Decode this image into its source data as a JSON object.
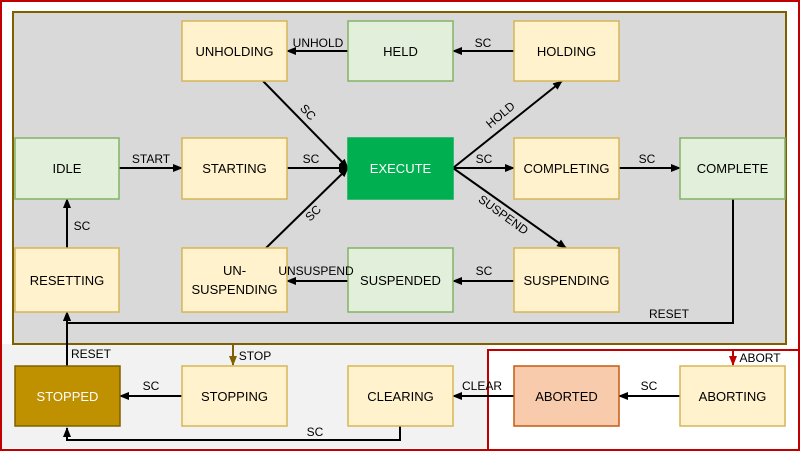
{
  "colors": {
    "outer_border": "#c00000",
    "gray_area": "#d9d9d9",
    "gray_border": "#7f6000",
    "lower_area": "#f2f2f2",
    "yellow_fill": "#fff2cc",
    "yellow_stroke": "#d6b656",
    "green_fill": "#e2efda",
    "green_stroke": "#82b366",
    "execute_fill": "#00b050",
    "stopped_fill": "#bf9000",
    "aborted_fill": "#f8cbad",
    "aborted_stroke": "#c55a11",
    "arrow": "#000000",
    "stop_arrow": "#806000",
    "abort_arrow": "#c00000"
  },
  "states": {
    "unholding": "UNHOLDING",
    "held": "HELD",
    "holding": "HOLDING",
    "idle": "IDLE",
    "starting": "STARTING",
    "execute": "EXECUTE",
    "completing": "COMPLETING",
    "complete": "COMPLETE",
    "resetting": "RESETTING",
    "unsuspending_line1": "UN-",
    "unsuspending_line2": "SUSPENDING",
    "suspended": "SUSPENDED",
    "suspending": "SUSPENDING",
    "stopped": "STOPPED",
    "stopping": "STOPPING",
    "clearing": "CLEARING",
    "aborted": "ABORTED",
    "aborting": "ABORTING"
  },
  "transitions": {
    "unhold": "UNHOLD",
    "sc_held": "SC",
    "sc_unholding": "SC",
    "hold": "HOLD",
    "start": "START",
    "sc_starting": "SC",
    "sc_execute": "SC",
    "sc_completing": "SC",
    "suspend": "SUSPEND",
    "sc_unsuspending": "SC",
    "unsuspend": "UNSUSPEND",
    "sc_suspending": "SC",
    "sc_resetting": "SC",
    "reset_complete": "RESET",
    "stop": "STOP",
    "abort": "ABORT",
    "reset_stopped": "RESET",
    "sc_stopping": "SC",
    "clear": "CLEAR",
    "sc_aborting": "SC",
    "sc_clearing": "SC"
  }
}
